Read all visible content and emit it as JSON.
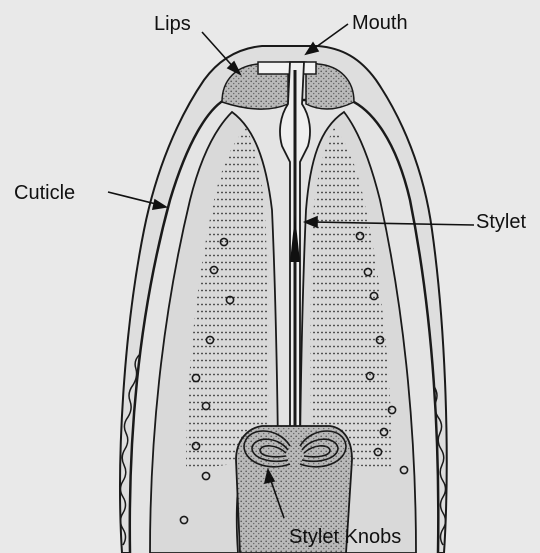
{
  "labels": {
    "lips": "Lips",
    "mouth": "Mouth",
    "cuticle": "Cuticle",
    "stylet": "Stylet",
    "stylet_knobs": "Stylet Knobs"
  },
  "colors": {
    "background": "#e9e9e9",
    "outline": "#1a1a1a",
    "stipple_fill": "#b7b7b7",
    "faint_text": "#bdbdbd"
  }
}
